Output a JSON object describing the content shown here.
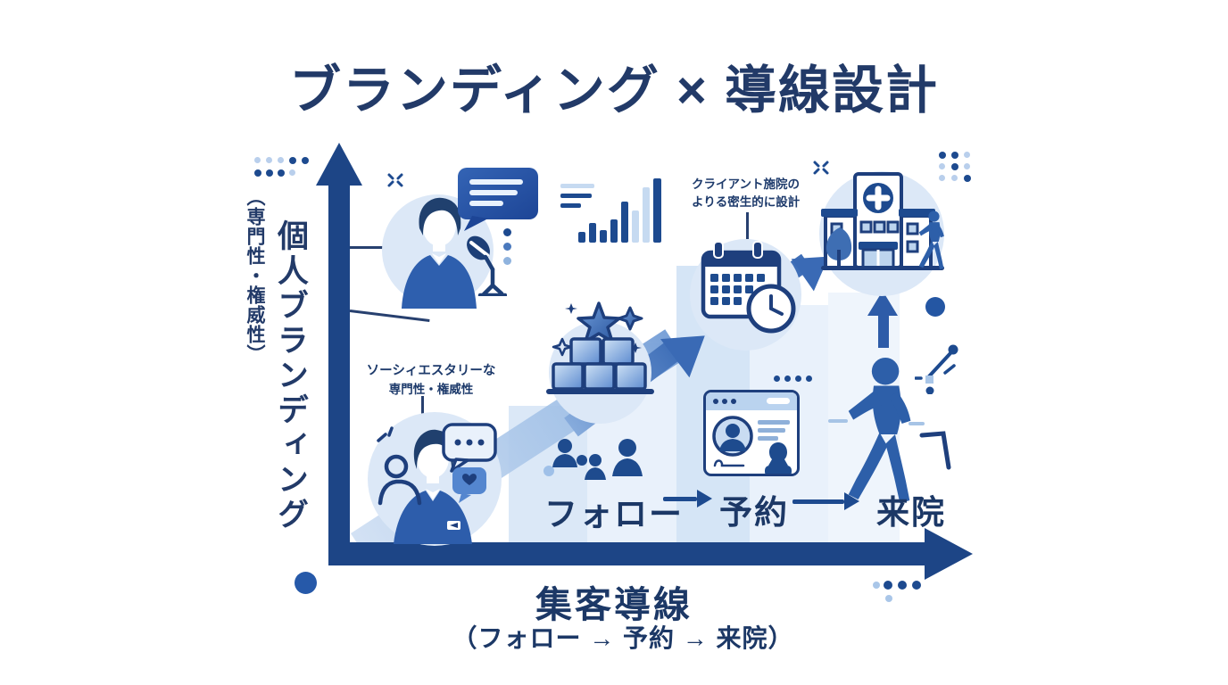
{
  "title": "ブランディング × 導線設計",
  "y_axis": {
    "label": "個人ブランディング",
    "sub_label": "（専門性・権威性）"
  },
  "x_axis": {
    "label": "集客導線",
    "sub_label": "（フォロー → 予約 → 来院）"
  },
  "flow": {
    "steps": [
      "フォロー",
      "予約",
      "来院"
    ]
  },
  "notes": {
    "branding": {
      "line1": "ソーシィエスタリーな",
      "line2": "専門性・権威性"
    },
    "funnel_design": {
      "line1": "クライアント施院の",
      "line2": "よりる密生的に設計"
    }
  },
  "icons": {
    "speaker": "person-with-microphone",
    "speech_bubble": "speech-bubble-with-text-lines",
    "growth_bars": "ascending-bar-chart",
    "podium": "stacked-blocks-with-stars",
    "calendar": "calendar-with-clock",
    "hospital": "hospital-building",
    "social_person": "person-with-social-reactions",
    "followers": "group-of-people",
    "booking_card": "profile-browser-card",
    "walking_person": "walking-person"
  },
  "colors": {
    "navy_text": "#21396b",
    "axis_blue": "#1d4586",
    "icon_blue": "#2e5fae",
    "light_blue": "#d9e6f7",
    "band_blue": "#e4eefb"
  }
}
